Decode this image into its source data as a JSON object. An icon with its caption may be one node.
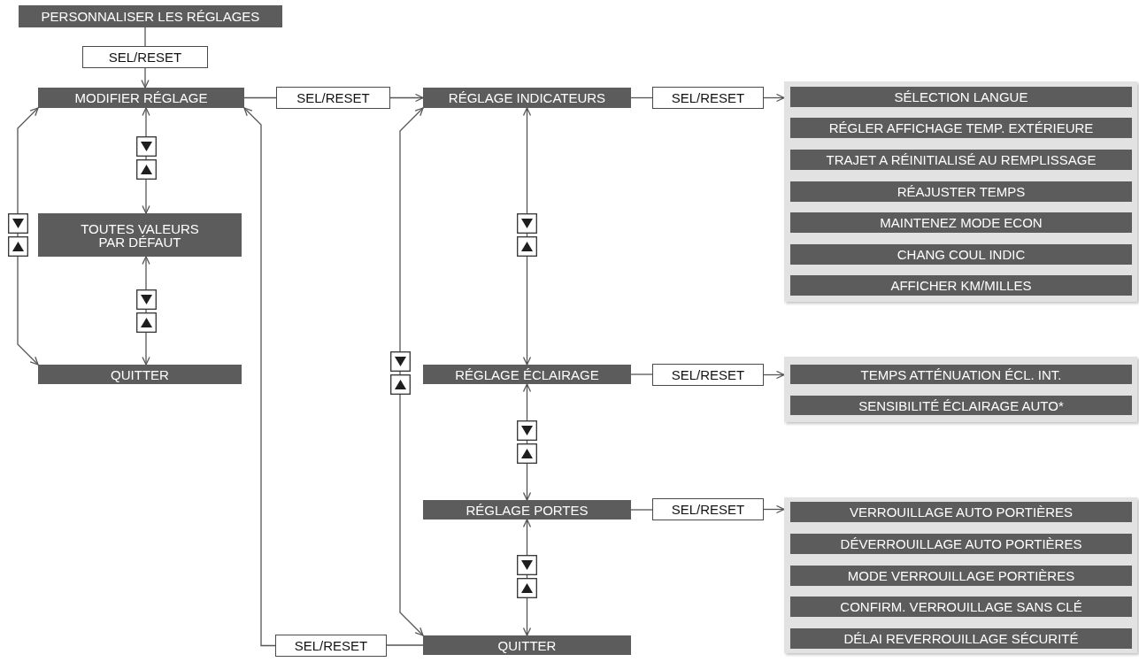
{
  "diagram": {
    "nodes": [
      {
        "text": [
          "PERSONNALISER LES RÉGLAGES"
        ]
      },
      {
        "text": [
          "SEL/RESET"
        ]
      },
      {
        "text": [
          "MODIFIER RÉGLAGE"
        ]
      },
      {
        "text": [
          "SEL/RESET"
        ]
      },
      {
        "text": [
          "RÉGLAGE INDICATEURS"
        ]
      },
      {
        "text": [
          "SEL/RESET"
        ]
      },
      {
        "text": [],
        "shape": "box"
      },
      {
        "text": [
          "SÉLECTION LANGUE"
        ],
        "in": 6
      },
      {
        "text": [
          "RÉGLER AFFICHAGE TEMP. EXTÉRIEURE"
        ],
        "in": 6
      },
      {
        "text": [
          "TRAJET A RÉINITIALISÉ AU REMPLISSAGE"
        ],
        "in": 6
      },
      {
        "text": [
          "RÉAJUSTER TEMPS"
        ],
        "in": 6
      },
      {
        "text": [
          "MAINTENEZ MODE ECON"
        ],
        "in": 6
      },
      {
        "text": [
          "CHANG COUL INDIC"
        ],
        "in": 6
      },
      {
        "text": [
          "AFFICHER KM/MILLES"
        ],
        "in": 6
      },
      {
        "text": [
          "TOUTES VALEURS PAR DÉFAUT"
        ]
      },
      {
        "text": [
          "QUITTER"
        ]
      },
      {
        "text": [
          "RÉGLAGE ÉCLAIRAGE"
        ]
      },
      {
        "text": [
          "SEL/RESET"
        ]
      },
      {
        "text": [],
        "shape": "box"
      },
      {
        "text": [
          "TEMPS ATTÉNUATION ÉCL. INT."
        ],
        "in": 18
      },
      {
        "text": [
          "SENSIBILITÉ ÉCLAIRAGE AUTO*"
        ],
        "in": 18
      },
      {
        "text": [
          "RÉGLAGE PORTES"
        ]
      },
      {
        "text": [
          "SEL/RESET"
        ]
      },
      {
        "text": [],
        "shape": "box"
      },
      {
        "text": [
          "VERROUILLAGE AUTO PORTIÈRES"
        ],
        "in": 23
      },
      {
        "text": [
          "DÉVERROUILLAGE AUTO PORTIÈRES"
        ],
        "in": 23
      },
      {
        "text": [
          "MODE VERROUILLAGE PORTIÈRES"
        ],
        "in": 23
      },
      {
        "text": [
          "CONFIRM. VERROUILLAGE SANS CLÉ"
        ],
        "in": 23
      },
      {
        "text": [
          "DÉLAI REVERROUILLAGE SÉCURITÉ"
        ],
        "in": 23
      },
      {
        "text": [
          "SEL/RESET"
        ]
      },
      {
        "text": [
          "QUITTER"
        ]
      }
    ],
    "edges": [
      {
        "from": 0,
        "to": 1,
        "arrow": "none"
      },
      {
        "from": 1,
        "to": 2,
        "arrow": "to"
      },
      {
        "from": 2,
        "to": 3,
        "arrow": "none"
      },
      {
        "from": 3,
        "to": 4,
        "arrow": "to"
      },
      {
        "from": 4,
        "to": 5,
        "arrow": "none"
      },
      {
        "from": 5,
        "to": 6,
        "arrow": "to"
      },
      {
        "from": 2,
        "to": 14,
        "arrow": "both"
      },
      {
        "from": 14,
        "to": 15,
        "arrow": "both"
      },
      {
        "from": 2,
        "to": 15,
        "arrow": "both"
      },
      {
        "from": 4,
        "to": 16,
        "arrow": "both"
      },
      {
        "from": 16,
        "to": 17,
        "arrow": "none"
      },
      {
        "from": 17,
        "to": 18,
        "arrow": "to"
      },
      {
        "from": 16,
        "to": 21,
        "arrow": "both"
      },
      {
        "from": 21,
        "to": 22,
        "arrow": "none"
      },
      {
        "from": 22,
        "to": 23,
        "arrow": "to"
      },
      {
        "from": 21,
        "to": 30,
        "arrow": "both"
      },
      {
        "from": 4,
        "to": 30,
        "arrow": "both"
      },
      {
        "from": 30,
        "to": 29,
        "arrow": "none"
      },
      {
        "from": 29,
        "to": 2,
        "arrow": "to"
      }
    ]
  }
}
